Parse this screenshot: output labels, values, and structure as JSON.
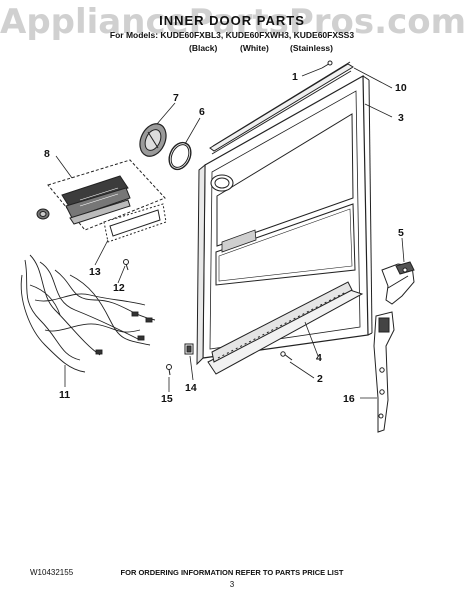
{
  "watermark": "AppliancePartsPros.com",
  "header": {
    "title": "INNER DOOR PARTS",
    "models_line": "For Models: KUDE60FXBL3, KUDE60FXWH3, KUDE60FXSS3",
    "finishes": [
      "(Black)",
      "(White)",
      "(Stainless)"
    ]
  },
  "callouts": [
    "1",
    "2",
    "3",
    "4",
    "5",
    "6",
    "7",
    "8",
    "10",
    "11",
    "12",
    "13",
    "14",
    "15",
    "16"
  ],
  "footer": {
    "doc_number": "W10432155",
    "ordering_note": "FOR ORDERING INFORMATION REFER TO PARTS PRICE LIST",
    "page_number": "3"
  },
  "colors": {
    "line": "#222222",
    "watermark": "#969696"
  }
}
